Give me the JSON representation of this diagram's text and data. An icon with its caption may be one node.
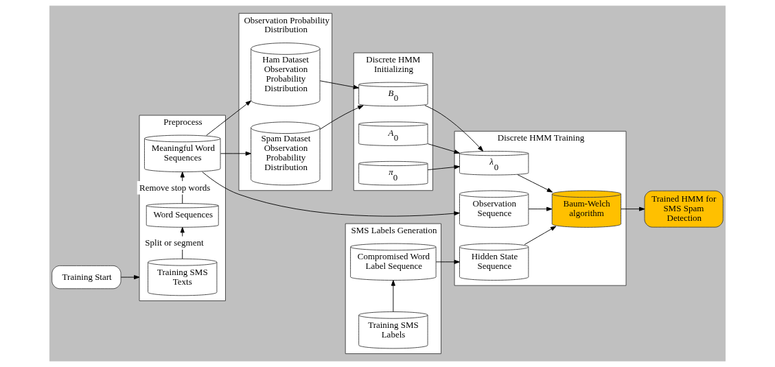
{
  "diagram": {
    "nodes": [
      {
        "text": [
          "Training Start"
        ]
      },
      {
        "text": [
          "Preprocess"
        ]
      },
      {
        "text": [
          "Training SMS Texts"
        ],
        "in": 1
      },
      {
        "text": [
          "Word Sequences"
        ],
        "in": 1
      },
      {
        "text": [
          "Meaningful Word Sequences"
        ],
        "in": 1
      },
      {
        "text": [
          "Observation Probability Distribution"
        ]
      },
      {
        "text": [
          "Ham Dataset Observation Probability Distribution"
        ],
        "in": 5
      },
      {
        "text": [
          "Spam Dataset Observation Probability Distribution"
        ],
        "in": 5
      },
      {
        "text": [
          "SMS Labels Generation"
        ]
      },
      {
        "text": [
          "Training SMS Labels"
        ],
        "in": 8
      },
      {
        "text": [
          "Compromised Word Label Sequence"
        ],
        "in": 8
      },
      {
        "text": [
          "Discrete HMM Initializing"
        ]
      },
      {
        "text": [
          "*B*$_{0}$"
        ],
        "in": 11
      },
      {
        "text": [
          "*A*$_{0}$"
        ],
        "in": 11
      },
      {
        "text": [
          "*π*$_{0}$"
        ],
        "in": 11
      },
      {
        "text": [
          "Discrete HMM Training"
        ]
      },
      {
        "text": [
          "*λ*$_{0}$"
        ],
        "in": 15
      },
      {
        "text": [
          "Hidden State Sequence"
        ],
        "in": 15
      },
      {
        "text": [
          "Observation Sequence"
        ],
        "in": 15
      },
      {
        "text": [
          "Baum-Welch algorithm"
        ],
        "in": 15
      },
      {
        "text": [
          "Trained HMM for SMS Spam Detection"
        ]
      }
    ],
    "edges": [
      {
        "from": 0,
        "to": 1,
        "arrow": "to"
      },
      {
        "from": 2,
        "to": 3,
        "arrow": "to",
        "label": "Split or segment"
      },
      {
        "from": 3,
        "to": 4,
        "arrow": "to",
        "label": "Remove stop words"
      },
      {
        "from": 4,
        "to": 6,
        "arrow": "to"
      },
      {
        "from": 4,
        "to": 7,
        "arrow": "to"
      },
      {
        "from": 4,
        "to": 18,
        "arrow": "to"
      },
      {
        "from": 6,
        "to": 12,
        "arrow": "to"
      },
      {
        "from": 7,
        "to": 12,
        "arrow": "to"
      },
      {
        "from": 9,
        "to": 10,
        "arrow": "to"
      },
      {
        "from": 10,
        "to": 17,
        "arrow": "to"
      },
      {
        "from": 12,
        "to": 16,
        "arrow": "to"
      },
      {
        "from": 13,
        "to": 16,
        "arrow": "to"
      },
      {
        "from": 14,
        "to": 16,
        "arrow": "to"
      },
      {
        "from": 16,
        "to": 19,
        "arrow": "to"
      },
      {
        "from": 17,
        "to": 19,
        "arrow": "to"
      },
      {
        "from": 18,
        "to": 19,
        "arrow": "to"
      },
      {
        "from": 19,
        "to": 20,
        "arrow": "to"
      }
    ]
  }
}
